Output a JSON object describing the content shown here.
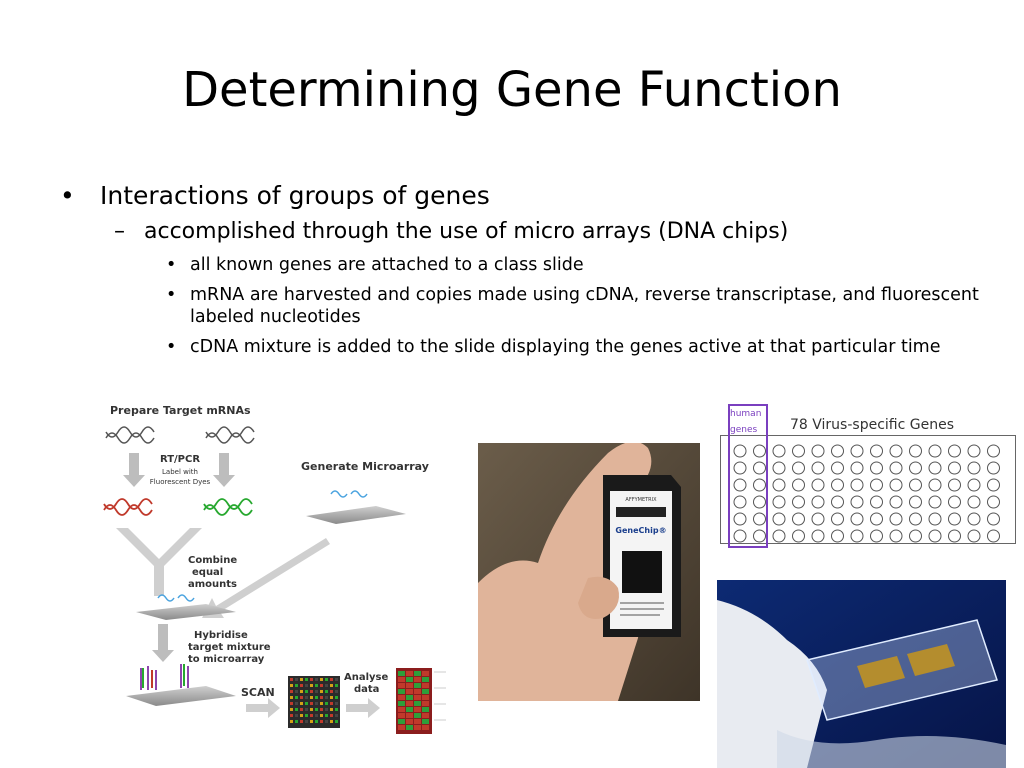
{
  "slide": {
    "title": "Determining Gene Function",
    "bullets": [
      {
        "marker": "•",
        "text": "Interactions of groups of genes"
      },
      {
        "marker": "–",
        "text": "accomplished through the use of micro arrays (DNA chips)"
      }
    ],
    "sub_bullets": [
      {
        "marker": "•",
        "text": "all known genes are attached to a class slide"
      },
      {
        "marker": "•",
        "text": "mRNA are harvested and copies made using cDNA, reverse transcriptase, and fluorescent labeled nucleotides"
      },
      {
        "marker": "•",
        "text": "cDNA mixture is added to the slide displaying the genes active at that particular time"
      }
    ]
  },
  "diagram": {
    "prepare": "Prepare Target mRNAs",
    "rtpcr": "RT/PCR",
    "label_with": "Label with",
    "fluorescent_dyes": "Fluorescent Dyes",
    "generate": "Generate Microarray",
    "combine": "Combine",
    "equal": "equal",
    "amounts": "amounts",
    "hybridise": "Hybridise",
    "target_mixture": "target mixture",
    "to_microarray": "to microarray",
    "scan": "SCAN",
    "analyse": "Analyse",
    "data": "data"
  },
  "chip": {
    "brand": "AFFYMETRIX",
    "name": "GeneChip®"
  },
  "virus_grid": {
    "human_label_1": "human",
    "human_label_2": "genes",
    "title": "78 Virus-specific Genes",
    "rows": 6,
    "cols": 14
  },
  "colors": {
    "grid_highlight": "#7a3fbf",
    "red_dye": "#c0392b",
    "green_dye": "#27a82f"
  }
}
